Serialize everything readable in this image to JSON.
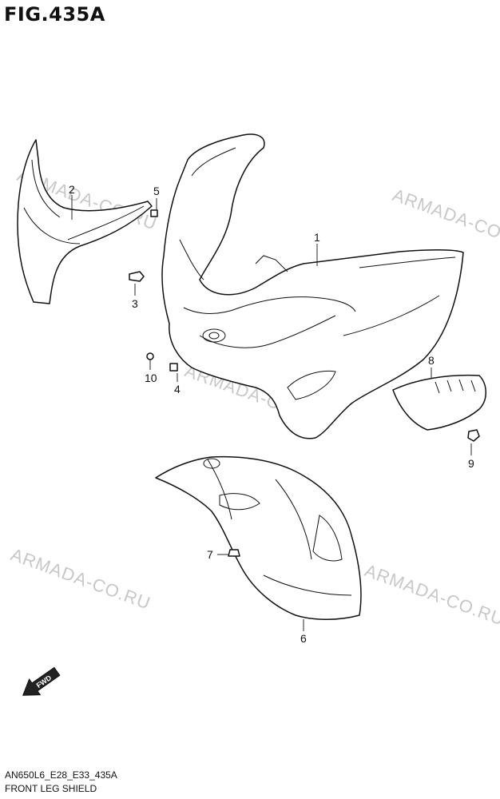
{
  "figure_title": "FIG.435A",
  "watermark_text": "ARMADA-CO.RU",
  "callouts": {
    "c1": "1",
    "c2": "2",
    "c3": "3",
    "c4": "4",
    "c5": "5",
    "c6": "6",
    "c7": "7",
    "c8": "8",
    "c9": "9",
    "c10": "10"
  },
  "fwd_label": "FWD",
  "footer": {
    "model_code": "AN650L6_E28_E33_435A",
    "group_name": "FRONT LEG SHIELD"
  }
}
